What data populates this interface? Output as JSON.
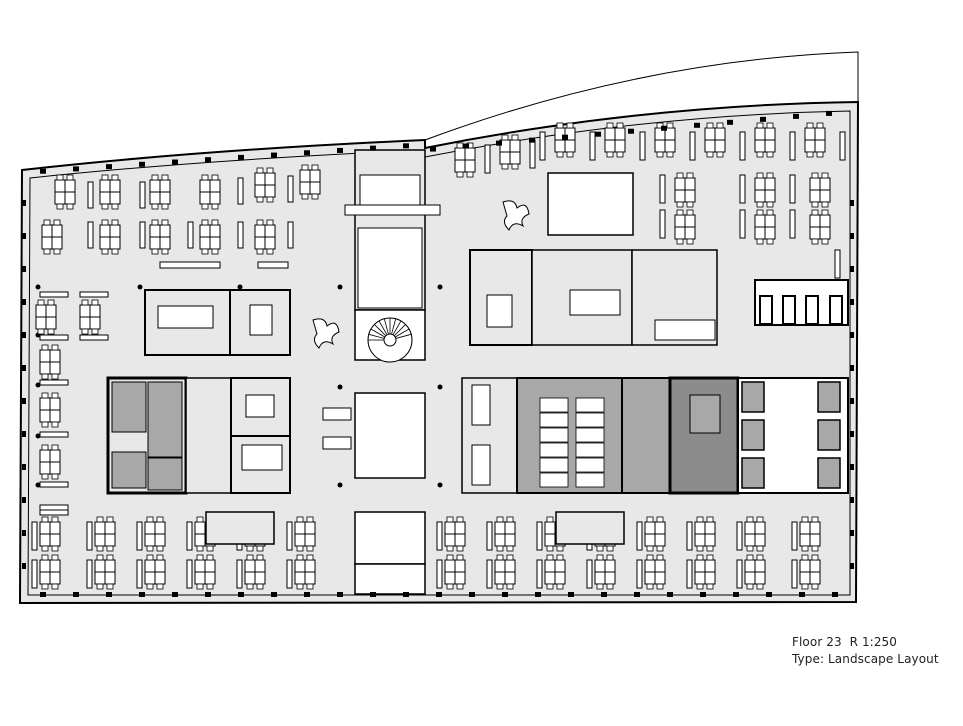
{
  "plan": {
    "floor_label": "Floor 23",
    "scale_label": "R 1:250",
    "type_label": "Type: Landscape Layout"
  },
  "colors": {
    "floor": "#e8e8e8",
    "wall": "#000000",
    "core": "#a8a8a8",
    "core_dark": "#8c8c8c",
    "furniture": "#ffffff",
    "void": "#ffffff"
  }
}
